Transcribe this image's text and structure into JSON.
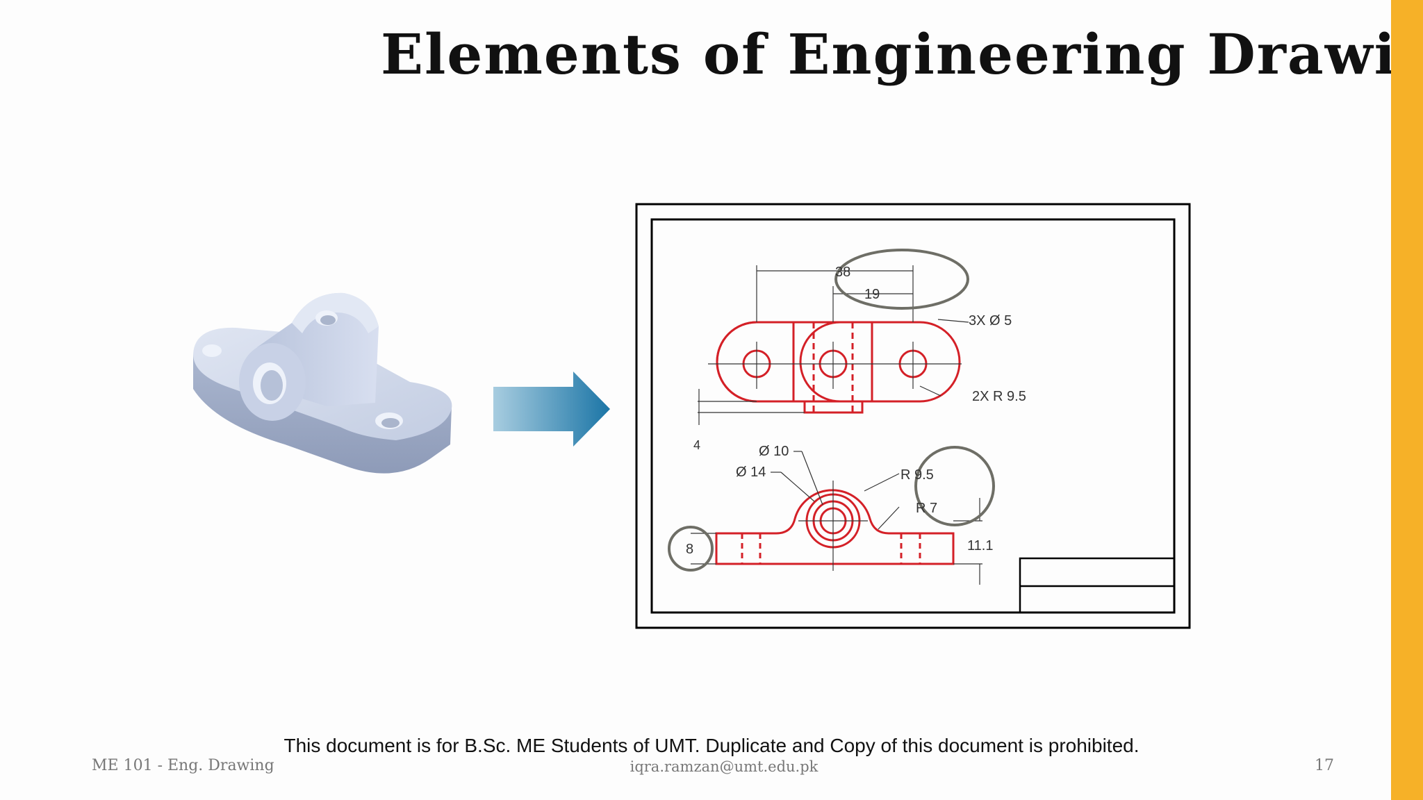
{
  "slide": {
    "title": "Elements of Engineering Drawing",
    "notice": "This document is for B.Sc. ME Students of UMT. Duplicate and Copy of this document is prohibited.",
    "footer": {
      "course": "ME 101 - Eng. Drawing",
      "email": "iqra.ramzan@umt.edu.pk",
      "page_number": "17"
    },
    "accent_color": "#f6b128"
  },
  "drawing": {
    "line_color": "#d42027",
    "highlight_color": "#6e6e66",
    "dimensions": {
      "overall_width": "38",
      "center_spacing": "19",
      "holes": "3X Ø 5",
      "end_radius": "2X R 9.5",
      "offset": "4",
      "inner_diameter": "Ø 10",
      "outer_diameter": "Ø 14",
      "boss_radius": "R 9.5",
      "fillet_radius": "R 7",
      "base_thickness": "8",
      "center_height": "11.1"
    }
  }
}
